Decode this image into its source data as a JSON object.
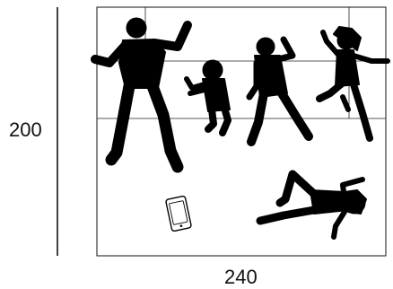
{
  "dimensions": {
    "width_label": "240",
    "height_label": "200"
  },
  "colors": {
    "silhouette": "#000000",
    "background": "#ffffff",
    "lines": "#111111"
  },
  "figures": [
    "adult-jumping-silhouette",
    "toddler-silhouette",
    "child-jumping-silhouette",
    "girl-jumping-silhouette",
    "child-lying-silhouette",
    "tablet-icon"
  ]
}
